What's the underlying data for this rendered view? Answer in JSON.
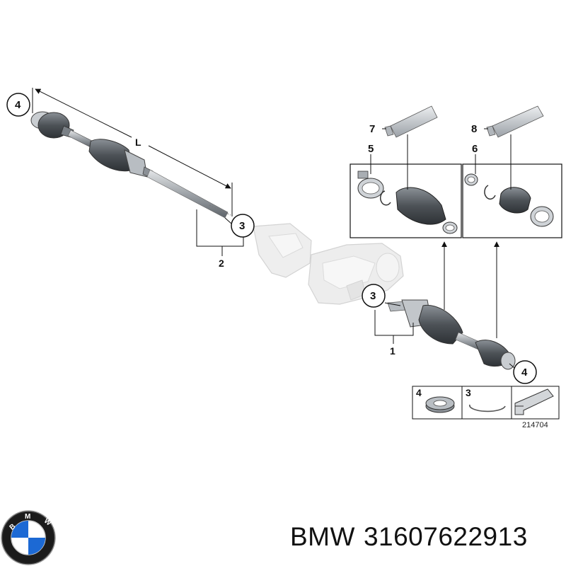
{
  "callouts": {
    "c1": "1",
    "c2": "2",
    "c3a": "3",
    "c3b": "3",
    "c4a": "4",
    "c4b": "4",
    "c5": "5",
    "c6": "6",
    "c7": "7",
    "c8": "8"
  },
  "dimension_label": "L",
  "legend": {
    "item_4": "4",
    "item_3": "3"
  },
  "figure_number": "214704",
  "brand": "BMW",
  "part_number": "31607622913",
  "logo_text": "BMW",
  "colors": {
    "line": "#111111",
    "part_dark": "#555a60",
    "part_mid": "#9aa0a6",
    "part_light": "#d8dbde",
    "ghost": "#e6e6e6",
    "bmw_blue": "#1c69d4"
  }
}
